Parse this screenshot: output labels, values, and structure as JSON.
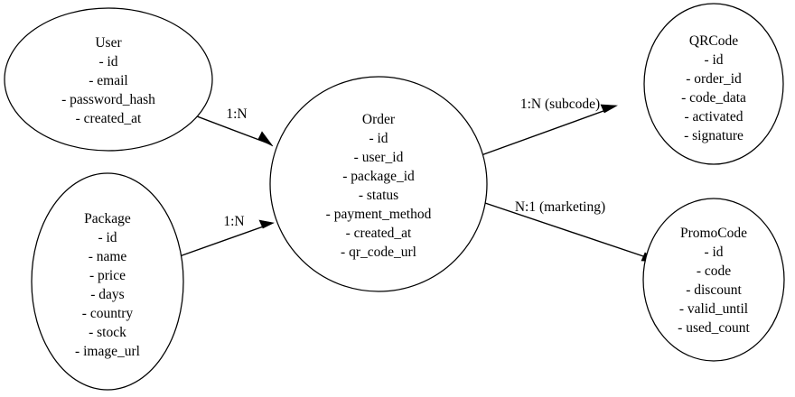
{
  "diagram": {
    "kind": "entity-relationship-diagram",
    "background_color": "#ffffff",
    "stroke_color": "#000000",
    "text_color": "#000000",
    "entities": [
      {
        "id": "user",
        "name": "User",
        "attributes": [
          "- id",
          "- email",
          "- password_hash",
          "- created_at"
        ]
      },
      {
        "id": "package",
        "name": "Package",
        "attributes": [
          "- id",
          "- name",
          "- price",
          "- days",
          "- country",
          "- stock",
          "- image_url"
        ]
      },
      {
        "id": "order",
        "name": "Order",
        "attributes": [
          "- id",
          "- user_id",
          "- package_id",
          "- status",
          "- payment_method",
          "- created_at",
          "- qr_code_url"
        ]
      },
      {
        "id": "qrcode",
        "name": "QRCode",
        "attributes": [
          "- id",
          "- order_id",
          "- code_data",
          "- activated",
          "- signature"
        ]
      },
      {
        "id": "promocode",
        "name": "PromoCode",
        "attributes": [
          "- id",
          "- code",
          "- discount",
          "- valid_until",
          "- used_count"
        ]
      }
    ],
    "relationships": [
      {
        "id": "user-order",
        "from": "User",
        "to": "Order",
        "label": "1:N"
      },
      {
        "id": "package-order",
        "from": "Package",
        "to": "Order",
        "label": "1:N"
      },
      {
        "id": "order-qrcode",
        "from": "Order",
        "to": "QRCode",
        "label": "1:N (subcode)"
      },
      {
        "id": "order-promocode",
        "from": "Order",
        "to": "PromoCode",
        "label": "N:1 (marketing)"
      }
    ]
  }
}
